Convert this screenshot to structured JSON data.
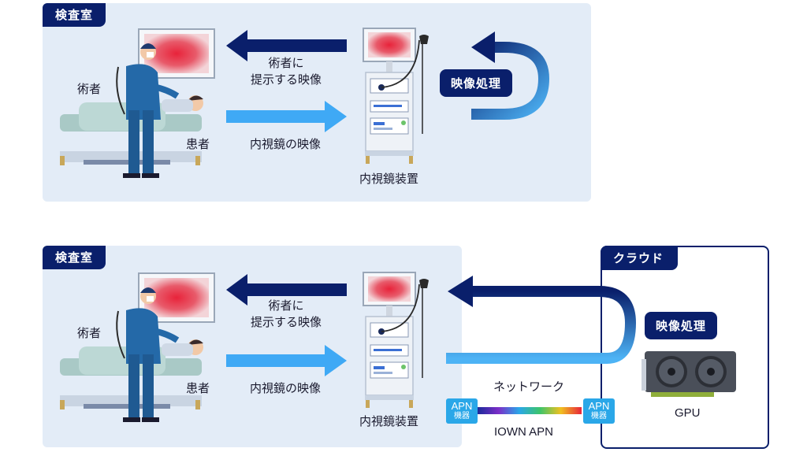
{
  "top": {
    "room_label": "検査室",
    "surgeon_label": "術者",
    "patient_label": "患者",
    "arrow_to_surgeon_label": "術者に\n提示する映像",
    "arrow_to_device_label": "内視鏡の映像",
    "device_label": "内視鏡装置",
    "processing_label": "映像処理"
  },
  "bottom": {
    "room_label": "検査室",
    "surgeon_label": "術者",
    "patient_label": "患者",
    "arrow_to_surgeon_label": "術者に\n提示する映像",
    "arrow_to_device_label": "内視鏡の映像",
    "device_label": "内視鏡装置",
    "cloud_label": "クラウド",
    "processing_label": "映像処理",
    "gpu_label": "GPU",
    "network_label": "ネットワーク",
    "apn_device_line1": "APN",
    "apn_device_line2": "機器",
    "iown_label": "IOWN APN"
  },
  "colors": {
    "navy": "#0a1f6b",
    "light_blue": "#3fa9f5",
    "panel_bg": "#e3ecf7"
  }
}
